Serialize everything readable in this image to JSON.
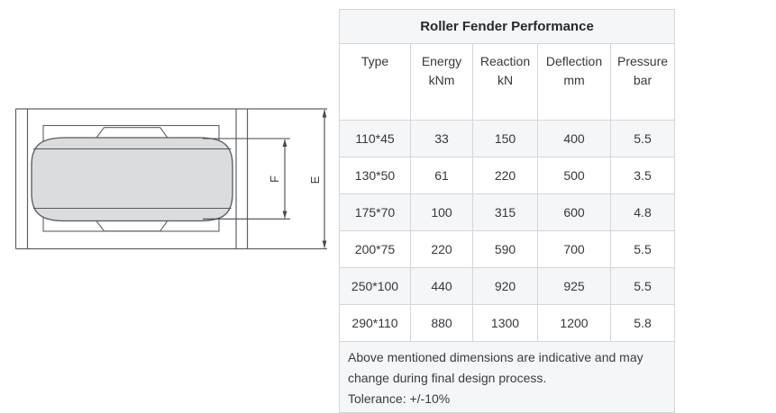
{
  "diagram": {
    "dim_label_f": "F",
    "dim_label_e": "E",
    "roller_fill_color": "#dbdcde",
    "line_color": "#55585c"
  },
  "table": {
    "title": "Roller Fender Performance",
    "columns": [
      {
        "label": "Type",
        "unit": ""
      },
      {
        "label": "Energy",
        "unit": "kNm"
      },
      {
        "label": "Reaction",
        "unit": "kN"
      },
      {
        "label": "Deflection",
        "unit": "mm"
      },
      {
        "label": "Pressure",
        "unit": "bar"
      }
    ],
    "rows": [
      [
        "110*45",
        "33",
        "150",
        "400",
        "5.5"
      ],
      [
        "130*50",
        "61",
        "220",
        "500",
        "3.5"
      ],
      [
        "175*70",
        "100",
        "315",
        "600",
        "4.8"
      ],
      [
        "200*75",
        "220",
        "590",
        "700",
        "5.5"
      ],
      [
        "250*100",
        "440",
        "920",
        "925",
        "5.5"
      ],
      [
        "290*110",
        "880",
        "1300",
        "1200",
        "5.8"
      ]
    ],
    "notes": [
      "Above mentioned dimensions are indicative and may change during final design process.",
      "Tolerance: +/-10%"
    ],
    "colors": {
      "stripe": "#f5f6f8",
      "border": "#d4d6d9",
      "text": "#35383d"
    }
  }
}
